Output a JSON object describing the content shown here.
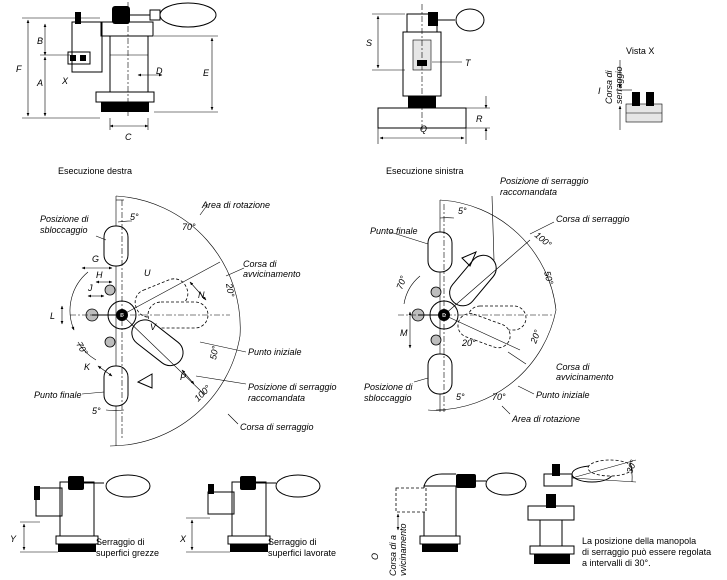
{
  "top": {
    "front_dims": {
      "F": "F",
      "B": "B",
      "A": "A",
      "X": "X",
      "D": "D",
      "E": "E",
      "C": "C"
    },
    "side_dims": {
      "S": "S",
      "T": "T",
      "R": "R",
      "Q": "Q"
    },
    "vista_x": {
      "title": "Vista X",
      "dim": "I",
      "label_line1": "Corsa di",
      "label_line2": "serraggio"
    }
  },
  "right": {
    "caption": "Esecuzione destra",
    "posizione_sblocco_1": "Posizione di",
    "posizione_sblocco_2": "sbloccaggio",
    "area_rotazione": "Area di rotazione",
    "corsa_avv_1": "Corsa di",
    "corsa_avv_2": "avvicinamento",
    "punto_iniziale": "Punto iniziale",
    "punto_finale": "Punto finale",
    "pos_racc_1": "Posizione di serraggio",
    "pos_racc_2": "raccomandata",
    "corsa_serraggio": "Corsa di serraggio",
    "angles": {
      "a5": "5°",
      "a70": "70°",
      "a20": "20°",
      "a50": "50°",
      "a100": "100°",
      "a70b": "70°",
      "a5b": "5°"
    },
    "letters": {
      "G": "G",
      "H": "H",
      "U": "U",
      "J": "J",
      "L": "L",
      "N": "N",
      "V": "V",
      "K": "K",
      "P": "P"
    }
  },
  "left": {
    "caption": "Esecuzione sinistra",
    "pos_racc_1": "Posizione di serraggio",
    "pos_racc_2": "raccomandata",
    "corsa_serraggio": "Corsa di serraggio",
    "punto_finale": "Punto finale",
    "posizione_sblocco_1": "Posizione di",
    "posizione_sblocco_2": "sbloccaggio",
    "corsa_avv_1": "Corsa di",
    "corsa_avv_2": "avvicinamento",
    "punto_iniziale": "Punto iniziale",
    "area_rotazione": "Area di rotazione",
    "angles": {
      "a5": "5°",
      "a100": "100°",
      "a50": "50°",
      "a70": "70°",
      "a20": "20°",
      "a20b": "20°",
      "a5b": "5°",
      "a70b": "70°"
    },
    "letters": {
      "M": "M"
    }
  },
  "bottom": {
    "grezze_1": "Serraggio di",
    "grezze_2": "superfici grezze",
    "grezze_dim": "Y",
    "lavorate_1": "Serraggio di",
    "lavorate_2": "superfici lavorate",
    "lavorate_dim": "X",
    "avv_dim": "O",
    "avv_1": "Corsa di a",
    "avv_2": "vvicinamento",
    "note_1": "La posizione della manopola",
    "note_2": "di serraggio può essere regolata",
    "note_3": "a intervalli di 30°.",
    "angle30": "30°"
  }
}
